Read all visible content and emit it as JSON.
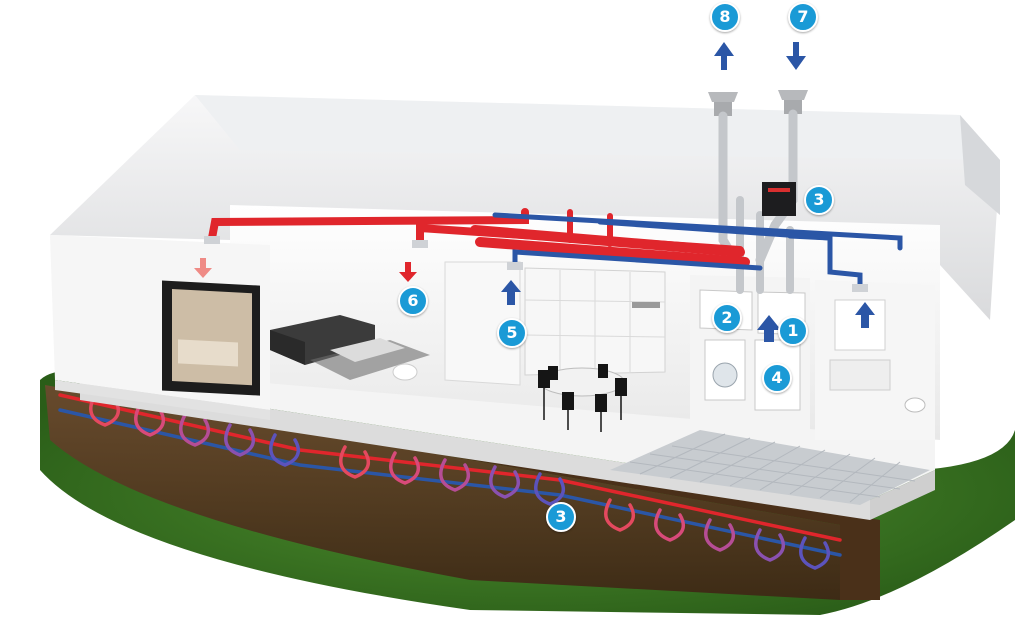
{
  "colors": {
    "badge": "#1a9ad6",
    "warm_air": "#e0262c",
    "cool_air": "#2b56a6",
    "exhaust_air": "#ef8b86",
    "ground": "#5a3b22",
    "grass": "#2f6b1f",
    "wall": "#f3f3f3",
    "roof": "#e4e5e7"
  },
  "icons": {
    "arrows": [
      "arrow-up-icon",
      "arrow-down-icon"
    ]
  },
  "badges": [
    {
      "label": "8"
    },
    {
      "label": "7"
    },
    {
      "label": "3"
    },
    {
      "label": "6"
    },
    {
      "label": "5"
    },
    {
      "label": "2"
    },
    {
      "label": "1"
    },
    {
      "label": "4"
    },
    {
      "label": "3"
    }
  ]
}
